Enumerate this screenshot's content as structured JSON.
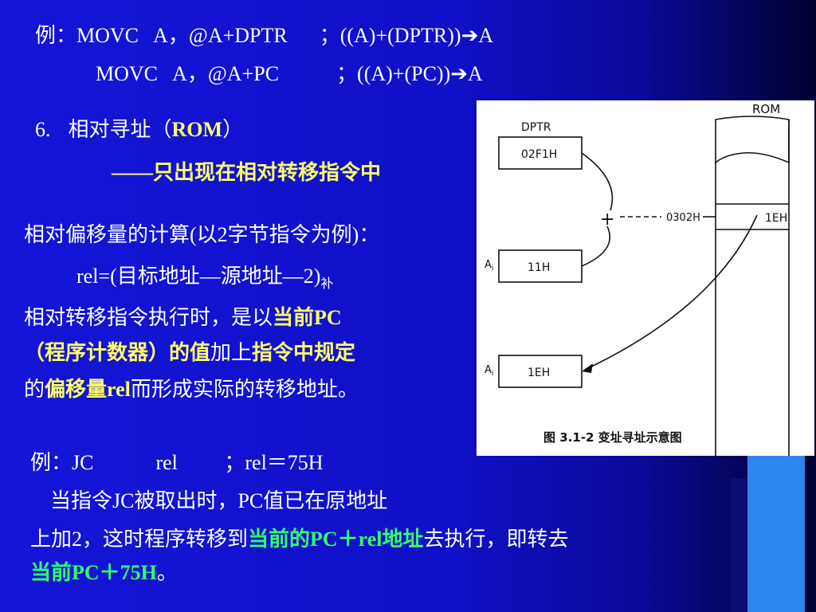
{
  "example1": {
    "label": "例：",
    "line1_instr": "MOVC   A，@A+DPTR",
    "line1_comment": "；((A)+(DPTR))",
    "line2_instr": "MOVC   A，@A+PC",
    "line2_comment": "；((A)+(PC))",
    "arrow_target": "A"
  },
  "section": {
    "number": "6.",
    "title_prefix": "相对寻址（",
    "title_rom": "ROM",
    "title_suffix": "）",
    "subtitle": "——只出现在相对转移指令中"
  },
  "rel_calc": {
    "heading": "相对偏移量的计算(以2字节指令为例)：",
    "formula": "rel=(目标地址—源地址—2)",
    "formula_sub": "补"
  },
  "explain": {
    "p1_a": "相对转移指令执行时，是以",
    "p1_b": "当前PC",
    "p2_a": "（程序计数器）的值",
    "p2_b": "加上",
    "p2_c": "指令中规定",
    "p3_a": "的",
    "p3_b": "偏移量rel",
    "p3_c": "而形成实际的转移地址。"
  },
  "example2": {
    "line1": "例：JC            rel         ；rel＝75H",
    "line2": "  当指令JC被取出时，PC值已在原地址",
    "line3_a": "上加2，这时程序转移到",
    "line3_b": "当前的PC＋rel地址",
    "line3_c": "去执行，即转去",
    "line4_a": "当前PC＋75H",
    "line4_b": "。"
  },
  "figure": {
    "rom_label": "ROM",
    "dptr_label": "DPTR",
    "dptr_value": "02F1H",
    "a1_label": "A",
    "a1_sub": "i",
    "a1_value": "11H",
    "a2_label": "A",
    "a2_sub": "i",
    "a2_value": "1EH",
    "plus": "+",
    "address": "0302H",
    "rom_cell": "1EH",
    "caption": "图 3.1-2   变址寻址示意图"
  }
}
